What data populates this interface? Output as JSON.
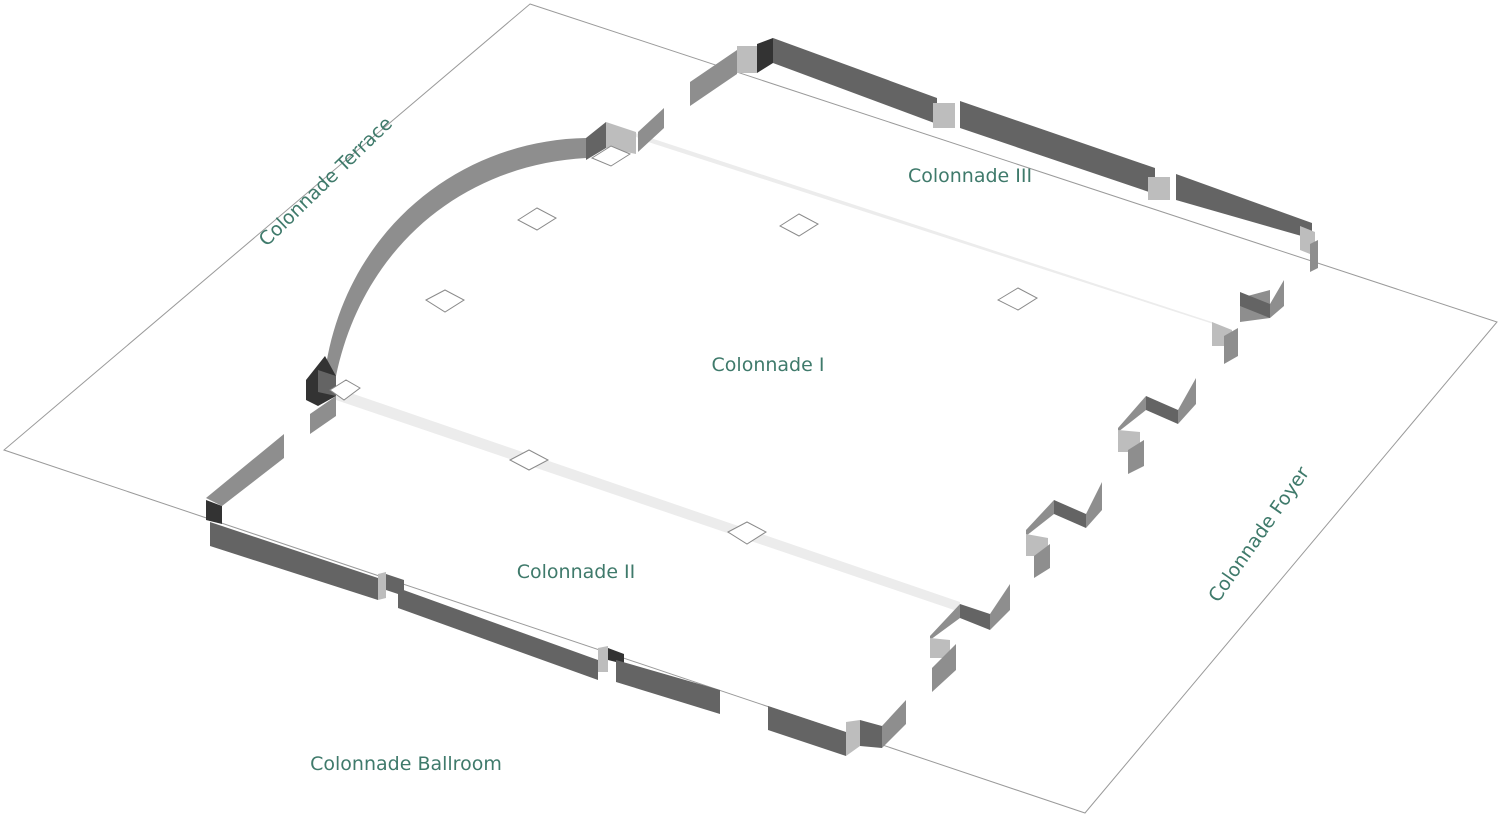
{
  "floor_plan": {
    "rooms": {
      "colonnade_i": "Colonnade I",
      "colonnade_ii": "Colonnade II",
      "colonnade_iii": "Colonnade III",
      "colonnade_terrace": "Colonnade Terrace",
      "colonnade_foyer": "Colonnade Foyer",
      "colonnade_ballroom": "Colonnade Ballroom"
    },
    "label_color": "#3f7a6b",
    "wall_shades": {
      "dark": "#646464",
      "darkest": "#333333",
      "mid": "#8e8e8e",
      "light": "#bdbdbd",
      "partition": "#ececec"
    }
  }
}
